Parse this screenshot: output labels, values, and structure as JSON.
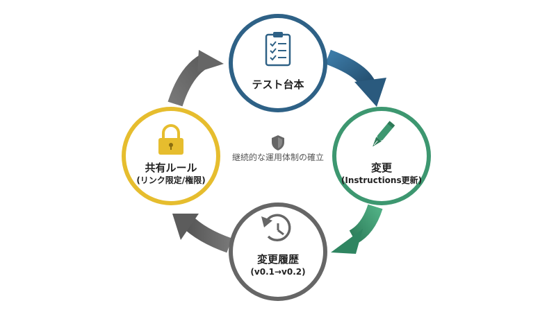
{
  "diagram": {
    "center_label": "継続的な運用体制の確立",
    "center_icon": "shield-icon",
    "nodes": [
      {
        "id": "script",
        "title": "テスト台本",
        "subtitle": "",
        "icon": "clipboard-checklist-icon",
        "color": "#2e6186"
      },
      {
        "id": "change",
        "title": "変更",
        "subtitle": "(Instructions更新)",
        "icon": "fountain-pen-icon",
        "color": "#3d9770"
      },
      {
        "id": "history",
        "title": "変更履歴",
        "subtitle": "(v0.1→v0.2)",
        "icon": "history-clock-icon",
        "color": "#666666"
      },
      {
        "id": "rules",
        "title": "共有ルール",
        "subtitle": "(リンク限定/権限)",
        "icon": "padlock-icon",
        "color": "#e6bd2e"
      }
    ],
    "arrows": [
      {
        "from": "script",
        "to": "change",
        "color": "#2e6186"
      },
      {
        "from": "change",
        "to": "history",
        "color": "#3d9770"
      },
      {
        "from": "history",
        "to": "rules",
        "color": "#666666"
      },
      {
        "from": "rules",
        "to": "script",
        "color": "#666666"
      }
    ]
  }
}
